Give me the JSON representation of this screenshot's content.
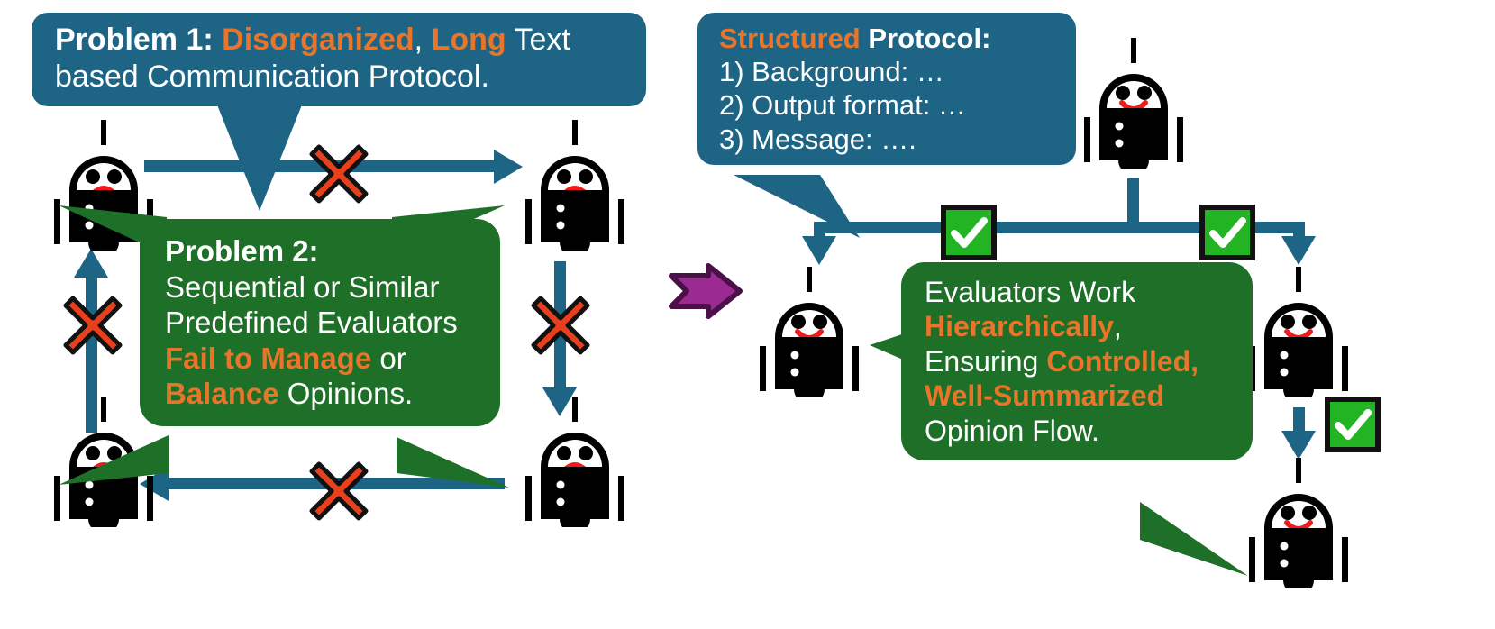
{
  "figure": {
    "title": "Problem vs Structured Protocol comparison diagram",
    "background_color": "#FFFFFF",
    "accent_blue": "#1E6585",
    "accent_green": "#1E6F28",
    "accent_orange": "#E8752A",
    "accent_purple": "#9B2A93",
    "check_green": "#22B422",
    "x_red": "#E8401C"
  },
  "left_panel": {
    "name": "problem-panel",
    "problem1_bubble": {
      "line1": {
        "seg1": "Problem  1",
        "seg2": ": ",
        "seg3": "Disorganized",
        "seg4": ", ",
        "seg5": "Long",
        "seg6": " Text"
      },
      "line2": "based Communication Protocol."
    },
    "problem2_bubble": {
      "heading": "Problem 2:",
      "line1": "Sequential or Similar",
      "line2": "Predefined Evaluators",
      "line3_hl": "Fail to Manage",
      "line3_rest": " or",
      "line4_hl": "Balance",
      "line4_rest": " Opinions."
    },
    "agents": [
      {
        "id": "agent-top-left",
        "mood": "sad"
      },
      {
        "id": "agent-top-right",
        "mood": "sad"
      },
      {
        "id": "agent-bottom-left",
        "mood": "sad"
      },
      {
        "id": "agent-bottom-right",
        "mood": "sad"
      }
    ],
    "edges": [
      {
        "id": "edge-top",
        "direction": "right",
        "status": "blocked"
      },
      {
        "id": "edge-right",
        "direction": "down",
        "status": "blocked"
      },
      {
        "id": "edge-bottom",
        "direction": "left",
        "status": "blocked"
      },
      {
        "id": "edge-left",
        "direction": "up",
        "status": "blocked"
      }
    ],
    "blockers": [
      {
        "id": "x-top",
        "symbol": "x-mark"
      },
      {
        "id": "x-right",
        "symbol": "x-mark"
      },
      {
        "id": "x-bottom",
        "symbol": "x-mark"
      },
      {
        "id": "x-left",
        "symbol": "x-mark"
      }
    ]
  },
  "transition": {
    "name": "transition-arrow",
    "symbol": "block-arrow-right",
    "color": "#9B2A93"
  },
  "right_panel": {
    "name": "solution-panel",
    "protocol_bubble": {
      "title_hl": "Structured",
      "title_rest": " Protocol:",
      "items": [
        "1) Background: …",
        "2) Output format: …",
        "3) Message: …."
      ]
    },
    "evaluators_bubble": {
      "line1": "Evaluators Work",
      "line2_hl": "Hierarchically",
      "line2_rest": ",",
      "line3_rest": "Ensuring ",
      "line3_hl": "Controlled,",
      "line4_hl": "Well-Summarized",
      "line5": "Opinion Flow."
    },
    "agents": [
      {
        "id": "agent-root",
        "mood": "happy"
      },
      {
        "id": "agent-left-child",
        "mood": "happy"
      },
      {
        "id": "agent-right-child",
        "mood": "happy"
      },
      {
        "id": "agent-leaf",
        "mood": "happy"
      }
    ],
    "checks": [
      {
        "id": "check-left",
        "symbol": "check-mark"
      },
      {
        "id": "check-right",
        "symbol": "check-mark"
      },
      {
        "id": "check-leaf",
        "symbol": "check-mark"
      }
    ]
  }
}
